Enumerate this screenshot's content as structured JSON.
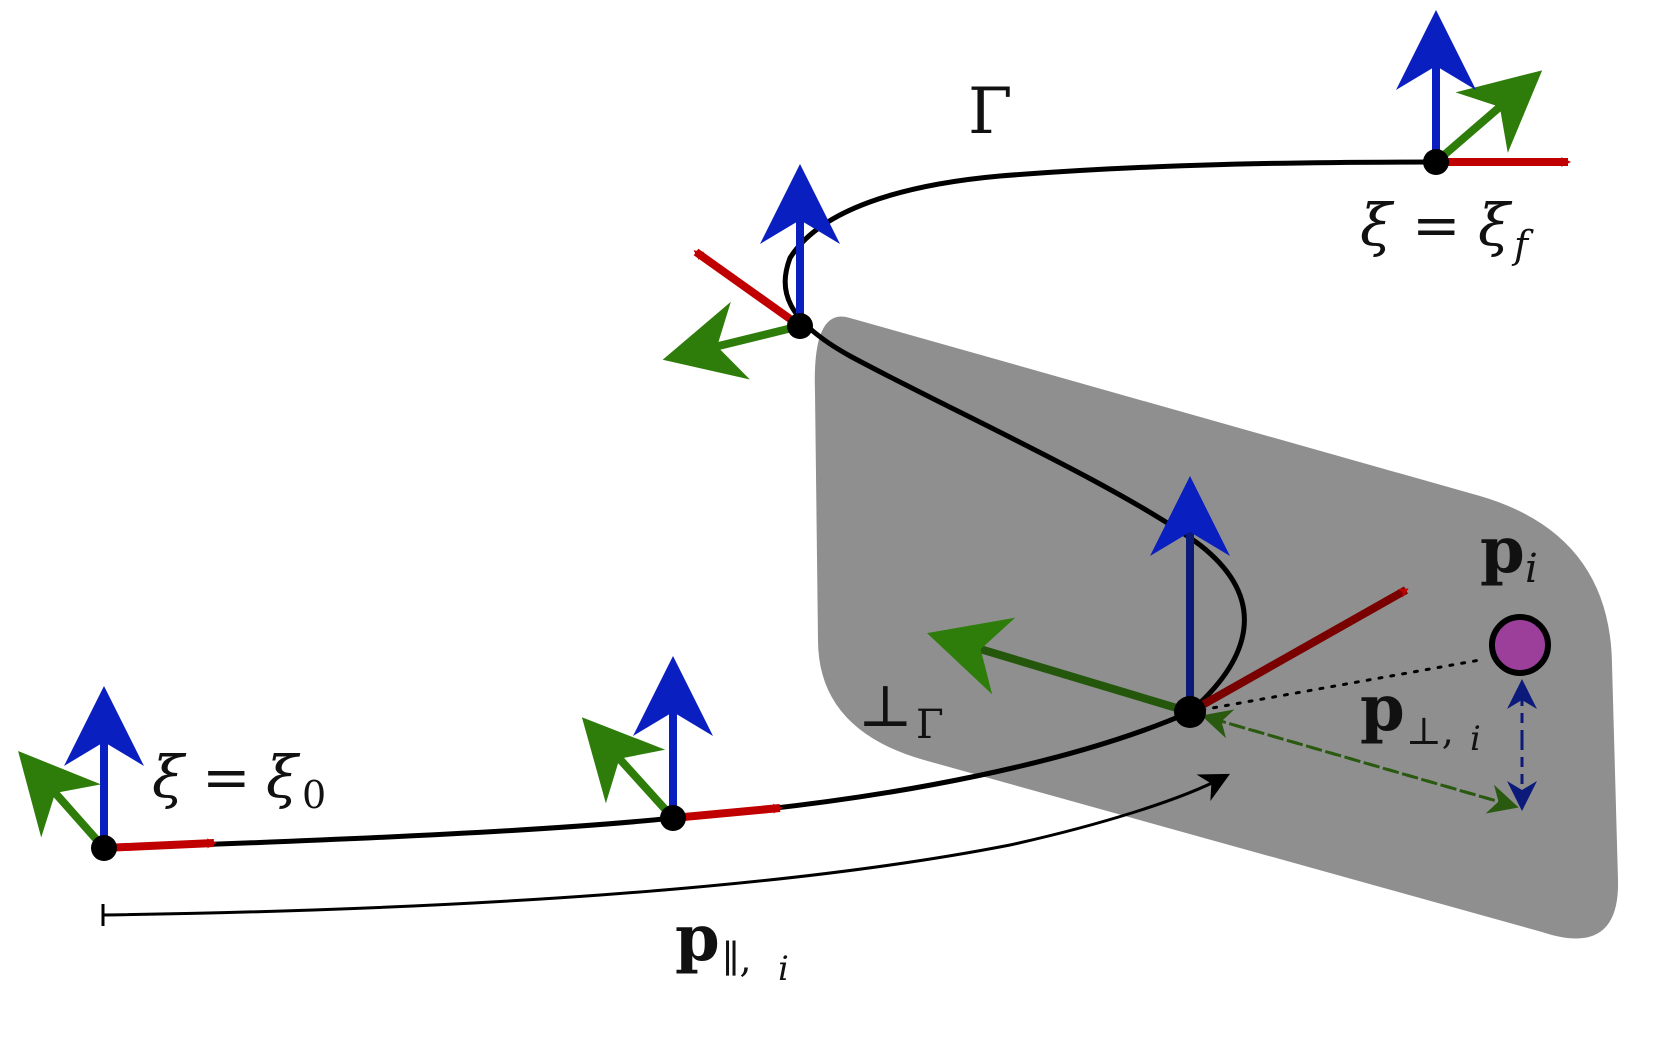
{
  "labels": {
    "curve": "Γ",
    "xi_start_var": "ξ",
    "xi_start_eq": "=",
    "xi_start_val": "ξ",
    "xi_start_sub": "0",
    "xi_end_var": "ξ",
    "xi_end_eq": "=",
    "xi_end_val": "ξ",
    "xi_end_sub": "f",
    "perp_plane": "⊥",
    "perp_plane_sub": "Γ",
    "point": "p",
    "point_sub": "i",
    "p_perp": "p",
    "p_perp_sub": "⊥,",
    "p_perp_sub_i": "i",
    "p_par": "p",
    "p_par_sub": "∥,",
    "p_par_sub_i": "i"
  },
  "colors": {
    "curve": "#000000",
    "plane": "#8f8f8f",
    "axis_x": "#c00000",
    "axis_y": "#2e7d0a",
    "axis_z": "#0a1fbf",
    "axis_x_dark": "#7a0000",
    "axis_y_dark": "#24560c",
    "axis_z_dark": "#0c1a7a",
    "point_fill": "#9b3f9b",
    "perp_dash": "#2a5a10",
    "perp_dash_vertical": "#0c1a7a"
  },
  "frames": [
    "start-frame",
    "mid-frame",
    "upper-bend-frame",
    "end-frame",
    "projection-frame"
  ]
}
